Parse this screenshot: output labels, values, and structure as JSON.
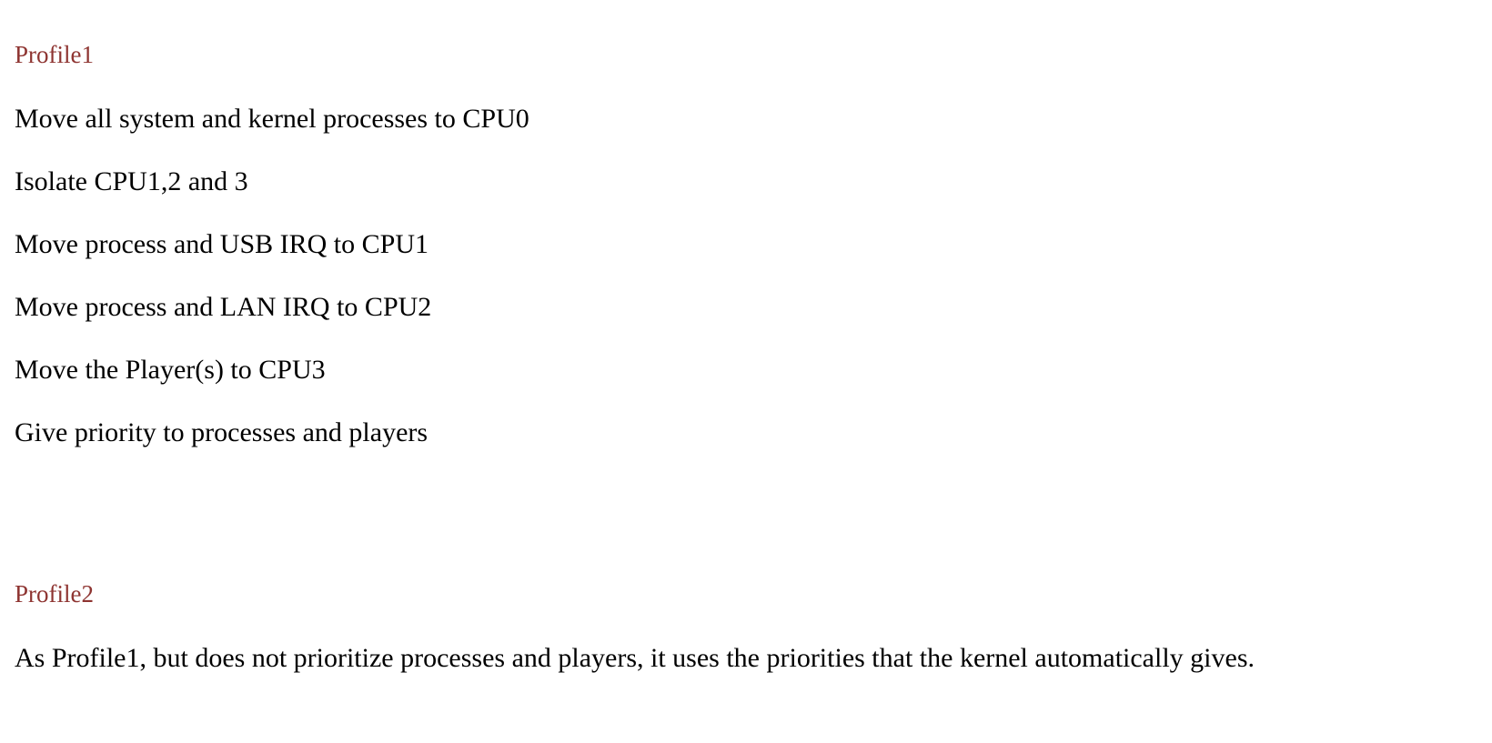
{
  "page": {
    "background_color": "#ffffff",
    "body_text_color": "#000000",
    "heading_color": "#8e3431"
  },
  "sections": [
    {
      "heading": "Profile1",
      "paragraphs": [
        "Move all system and kernel processes to CPU0",
        "Isolate CPU1,2 and 3",
        "Move process and USB IRQ to CPU1",
        "Move process and LAN IRQ to CPU2",
        "Move the Player(s) to CPU3",
        "Give priority to processes and players"
      ]
    },
    {
      "heading": "Profile2",
      "paragraphs": [
        "As Profile1, but does not prioritize processes and players, it uses the priorities that the kernel automatically gives."
      ]
    }
  ]
}
